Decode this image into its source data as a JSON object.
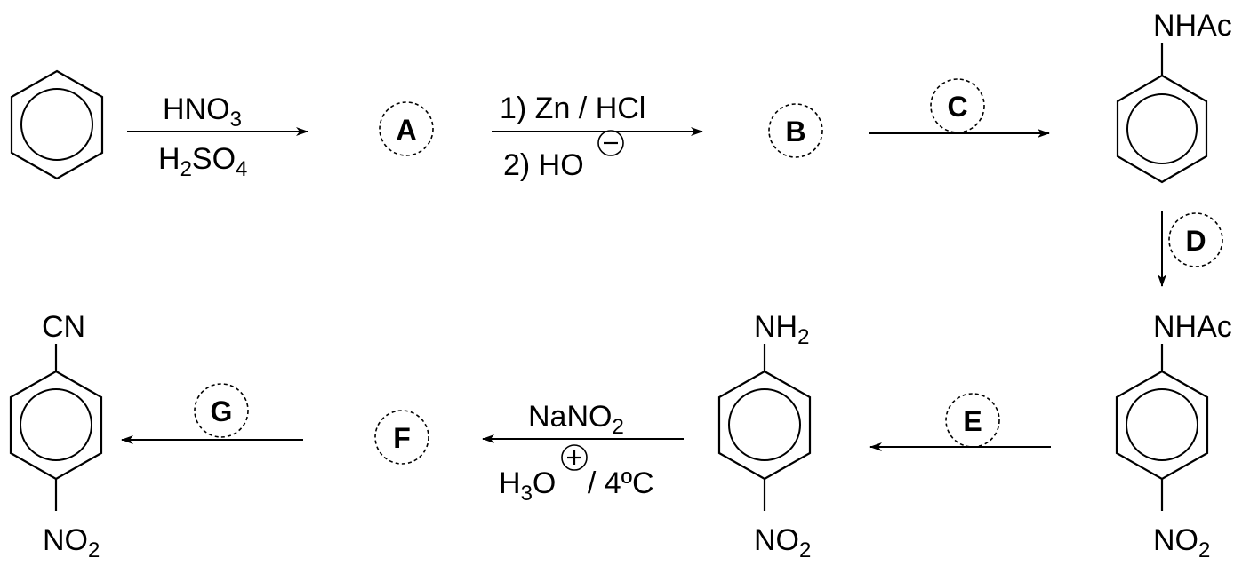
{
  "step1": {
    "reagent_top_main": "HNO",
    "reagent_top_sub": "3",
    "reagent_bottom_h": "H",
    "reagent_bottom_sub1": "2",
    "reagent_bottom_so": "SO",
    "reagent_bottom_sub2": "4"
  },
  "step2": {
    "line1": "1) Zn / HCl",
    "line2": "2) HO"
  },
  "step6": {
    "line1_main": "NaNO",
    "line1_sub": "2",
    "line2_h": "H",
    "line2_sub": "3",
    "line2_o": "O",
    "line2_rest": " / 4ºC"
  },
  "labels": {
    "A": "A",
    "B": "B",
    "C": "C",
    "D": "D",
    "E": "E",
    "F": "F",
    "G": "G"
  },
  "groups": {
    "nhac_top": "NHAc",
    "nhac_bottom": "NHAc",
    "nh2_main": "NH",
    "nh2_sub": "2",
    "no2_main": "NO",
    "no2_sub": "2",
    "cn": "CN"
  }
}
